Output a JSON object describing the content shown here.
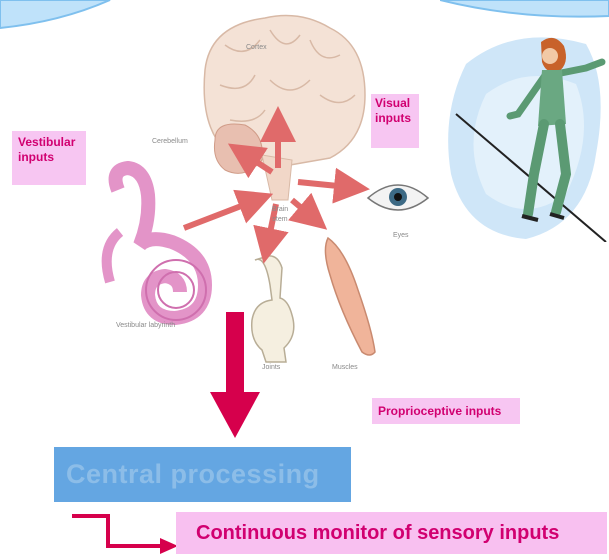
{
  "labels": {
    "vestibular": "Vestibular inputs",
    "visual": "Visual inputs",
    "proprioceptive": "Proprioceptive inputs",
    "central_processing": "Central  processing",
    "monitor": "Continuous monitor of sensory inputs"
  },
  "anatomy": {
    "cortex": "Cortex",
    "cerebellum": "Cerebellum",
    "brain_stem": "Brain stem",
    "eyes": "Eyes",
    "vestibular_labyrinth": "Vestibular labyrinth",
    "joints": "Joints",
    "muscles": "Muscles"
  },
  "colors": {
    "arrow_main": "#d6004c",
    "arrow_anatomy": "#e06a6a",
    "label_bg": "#f7c6f2",
    "label_text": "#d10070",
    "central_bg": "#64a6e2"
  }
}
